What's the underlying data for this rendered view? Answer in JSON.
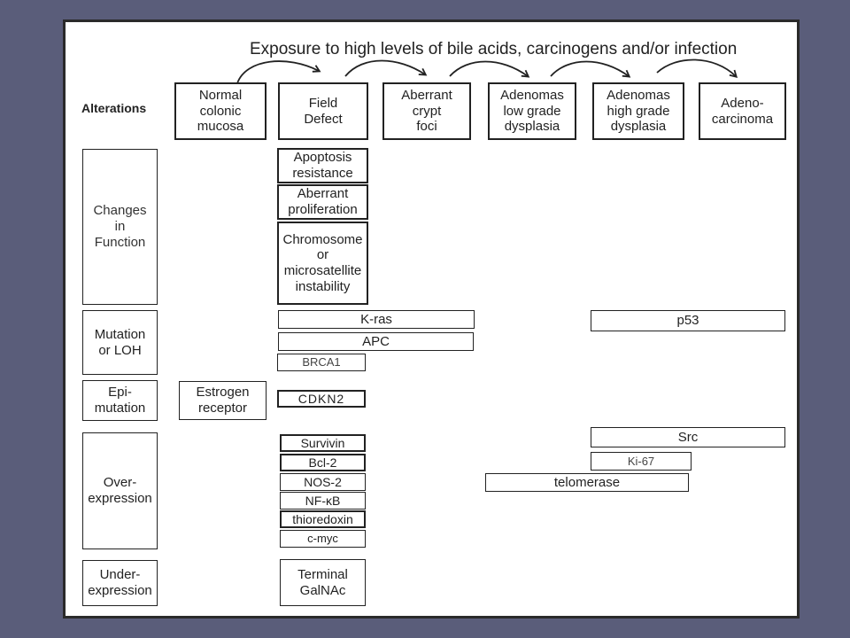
{
  "header": {
    "exposure": "Exposure to high levels of bile acids, carcinogens and/or infection",
    "alterations_label": "Alterations"
  },
  "stages": [
    "Normal\ncolonic\nmucosa",
    "Field\nDefect",
    "Aberrant\ncrypt\nfoci",
    "Adenomas\nlow grade\ndysplasia",
    "Adenomas\nhigh grade\ndysplasia",
    "Adeno-\ncarcinoma"
  ],
  "categories": {
    "function": "Changes\nin\nFunction",
    "mutation": "Mutation\nor LOH",
    "epimutation": "Epi-\nmutation",
    "overexpression": "Over-\nexpression",
    "underexpression": "Under-\nexpression"
  },
  "function_items": [
    "Apoptosis\nresistance",
    "Aberrant\nproliferation",
    "Chromosome\nor\nmicrosatellite\ninstability"
  ],
  "mutation_items": {
    "kras": "K-ras",
    "apc": "APC",
    "brca1": "BRCA1",
    "p53": "p53"
  },
  "epimutation_items": {
    "estrogen": "Estrogen\nreceptor",
    "cdkn2": "CDKN2"
  },
  "overexpression_items": {
    "survivin": "Survivin",
    "bcl2": "Bcl-2",
    "nos2": "NOS-2",
    "nfkb": "NF-κB",
    "thioredoxin": "thioredoxin",
    "cmyc": "c-myc",
    "src": "Src",
    "ki67": "Ki-67",
    "telomerase": "telomerase"
  },
  "underexpression_items": {
    "galnac": "Terminal\nGalNAc"
  }
}
